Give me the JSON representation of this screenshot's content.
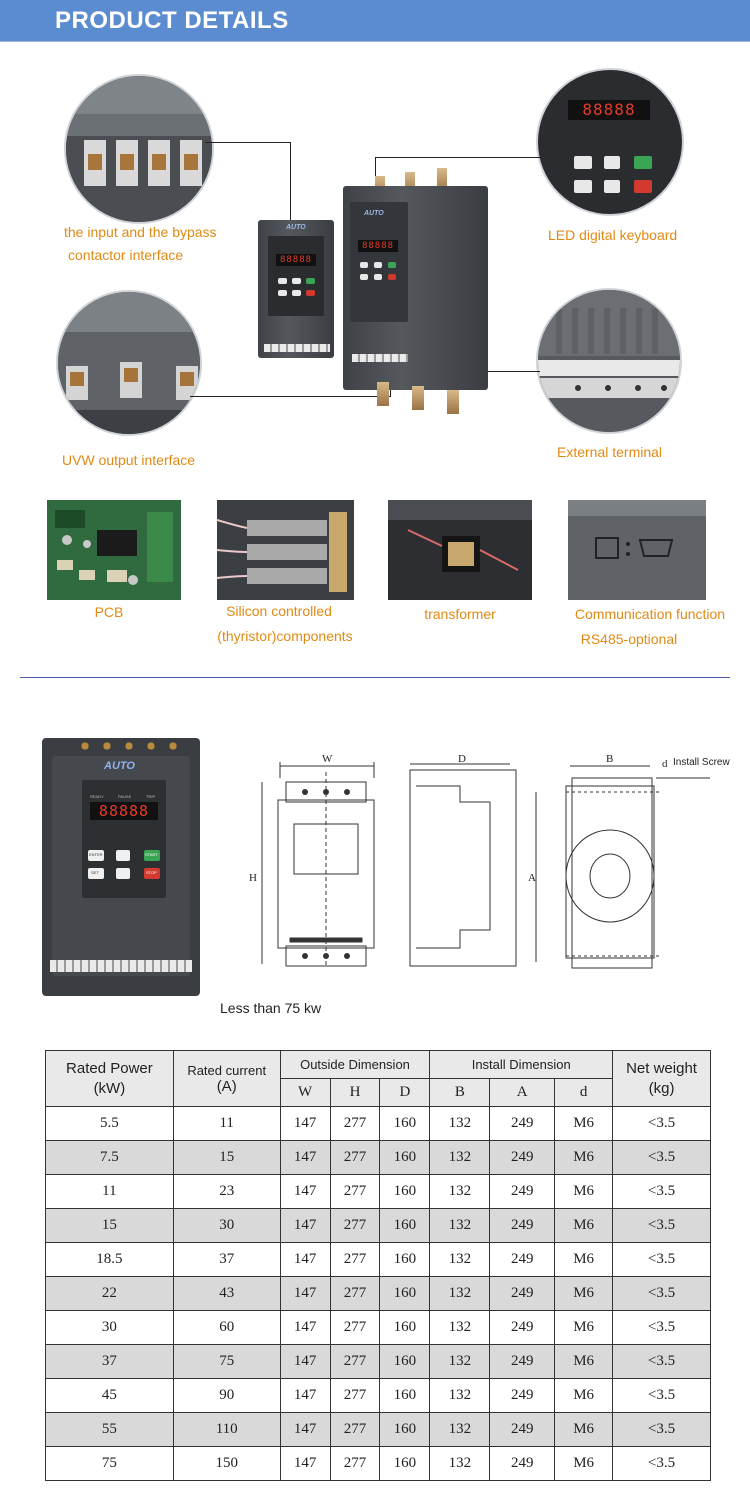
{
  "header": {
    "title": "PRODUCT DETAILS"
  },
  "features": {
    "input_bypass": {
      "line1": "the input and the bypass",
      "line2": "contactor interface"
    },
    "led_keyboard": "LED digital keyboard",
    "uvw_output": "UVW output interface",
    "external_terminal": "External terminal"
  },
  "panel": {
    "brand": "AUTO",
    "display": "88888",
    "ready": "READY",
    "pause": "PAUSE",
    "trip": "TRIP",
    "enter": "ENTER",
    "set": "SET",
    "start": "START",
    "stop": "STOP"
  },
  "components": [
    {
      "label": "PCB"
    },
    {
      "label_line1": "Silicon controlled",
      "label_line2": "(thyristor)components"
    },
    {
      "label": "transformer"
    },
    {
      "label_line1": "Communication function",
      "label_line2": "RS485-optional"
    }
  ],
  "drawing": {
    "w": "W",
    "h": "H",
    "d": "D",
    "b": "B",
    "a": "A",
    "d_screw": "d",
    "install_screw": "Install Screw"
  },
  "caption": "Less than 75 kw",
  "table": {
    "headers": {
      "rated_power": "Rated Power",
      "rated_power_unit": "(kW)",
      "rated_current": "Rated current",
      "rated_current_unit": "(A)",
      "outside_dimension": "Outside Dimension",
      "install_dimension": "Install Dimension",
      "net_weight": "Net weight",
      "net_weight_unit": "(kg)",
      "w": "W",
      "h": "H",
      "d": "D",
      "b": "B",
      "a": "A",
      "dd": "d"
    },
    "rows": [
      [
        "5.5",
        "11",
        "147",
        "277",
        "160",
        "132",
        "249",
        "M6",
        "<3.5"
      ],
      [
        "7.5",
        "15",
        "147",
        "277",
        "160",
        "132",
        "249",
        "M6",
        "<3.5"
      ],
      [
        "11",
        "23",
        "147",
        "277",
        "160",
        "132",
        "249",
        "M6",
        "<3.5"
      ],
      [
        "15",
        "30",
        "147",
        "277",
        "160",
        "132",
        "249",
        "M6",
        "<3.5"
      ],
      [
        "18.5",
        "37",
        "147",
        "277",
        "160",
        "132",
        "249",
        "M6",
        "<3.5"
      ],
      [
        "22",
        "43",
        "147",
        "277",
        "160",
        "132",
        "249",
        "M6",
        "<3.5"
      ],
      [
        "30",
        "60",
        "147",
        "277",
        "160",
        "132",
        "249",
        "M6",
        "<3.5"
      ],
      [
        "37",
        "75",
        "147",
        "277",
        "160",
        "132",
        "249",
        "M6",
        "<3.5"
      ],
      [
        "45",
        "90",
        "147",
        "277",
        "160",
        "132",
        "249",
        "M6",
        "<3.5"
      ],
      [
        "55",
        "110",
        "147",
        "277",
        "160",
        "132",
        "249",
        "M6",
        "<3.5"
      ],
      [
        "75",
        "150",
        "147",
        "277",
        "160",
        "132",
        "249",
        "M6",
        "<3.5"
      ]
    ]
  }
}
